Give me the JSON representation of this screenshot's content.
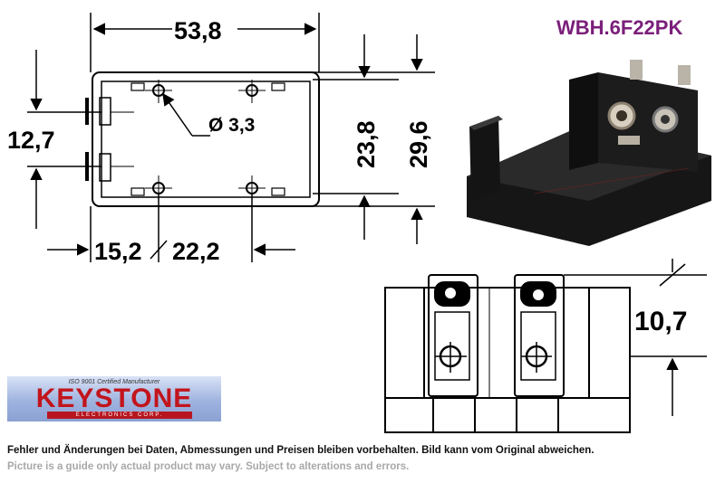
{
  "part_number": "WBH.6F22PK",
  "dimensions": {
    "overall_length": "53,8",
    "height_left": "12,7",
    "hole_diameter": "Ø 3,3",
    "inner_height": "23,8",
    "outer_height": "29,6",
    "hole_offset": "15,2",
    "hole_spacing": "22,2",
    "terminal_height": "10,7"
  },
  "logo": {
    "certification": "ISO 9001 Certified Manufacturer",
    "brand": "KEYSTONE",
    "subtitle": "ELECTRONICS CORP."
  },
  "disclaimer": {
    "german": "Fehler und Änderungen bei Daten, Abmessungen und Preisen bleiben vorbehalten. Bild kann vom Original abweichen.",
    "english": "Picture is a guide only actual product may vary. Subject to alterations and errors."
  },
  "colors": {
    "part_number": "#7a1f7a",
    "logo_red": "#c2141c",
    "logo_blue": "#8aa1d3"
  }
}
